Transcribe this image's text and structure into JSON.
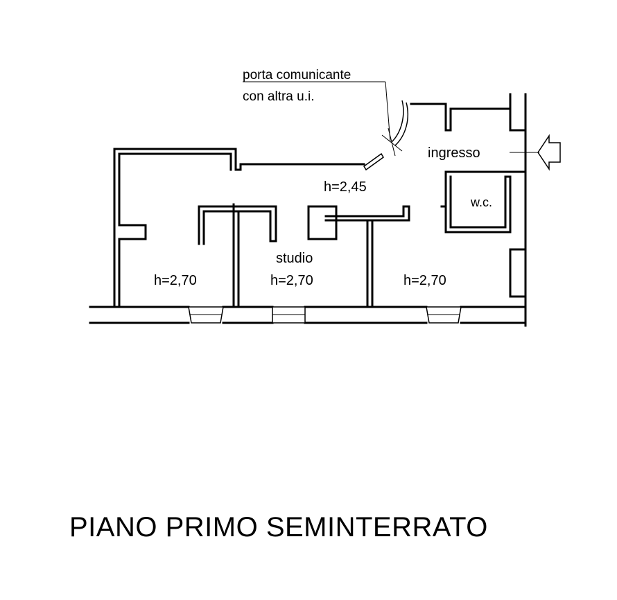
{
  "annotation": {
    "line1": "porta comunicante",
    "line2": "con altra u.i."
  },
  "rooms": {
    "ingresso": "ingresso",
    "wc": "w.c.",
    "corridor_height": "h=2,45",
    "left_room_height": "h=2,70",
    "studio_name": "studio",
    "studio_height": "h=2,70",
    "right_room_height": "h=2,70"
  },
  "title": "PIANO PRIMO SEMINTERRATO",
  "icons": {
    "entrance": "entrance-arrow-icon",
    "door": "door-swing-icon"
  },
  "colors": {
    "ink": "#000000",
    "background": "#ffffff"
  }
}
